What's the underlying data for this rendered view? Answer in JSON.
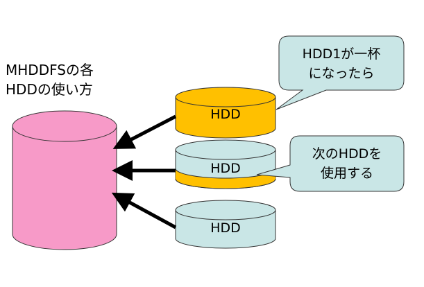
{
  "title": {
    "line1": "MHDDFSの各",
    "line2": "HDDの使い方"
  },
  "disks": [
    {
      "label": "HDD",
      "state": "full"
    },
    {
      "label": "HDD",
      "state": "half"
    },
    {
      "label": "HDD",
      "state": "empty"
    }
  ],
  "callouts": {
    "top": {
      "line1": "HDD1が一杯",
      "line2": "になったら"
    },
    "middle": {
      "line1": "次のHDDを",
      "line2": "使用する"
    }
  },
  "colors": {
    "pool": "#f79ac8",
    "disk_full": "#ffc000",
    "disk_empty": "#c9e6e6",
    "callout_fill": "#c9e6e6",
    "arrow": "#000000"
  }
}
